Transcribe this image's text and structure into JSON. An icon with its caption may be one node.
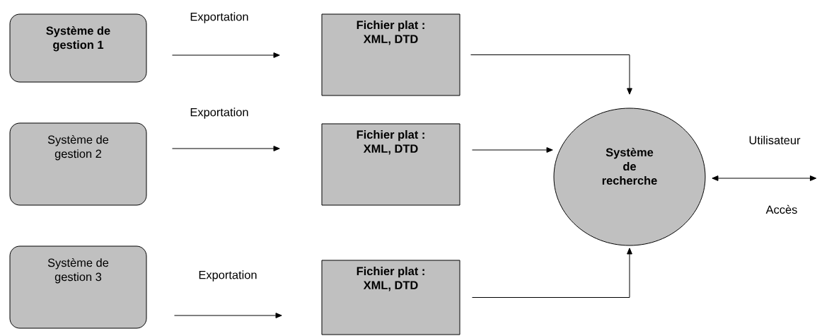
{
  "diagram": {
    "nodes": [
      {
        "text": [
          "Système de gestion 1"
        ]
      },
      {
        "text": [
          "Système de gestion 2"
        ]
      },
      {
        "text": [
          "Système de gestion 3"
        ]
      },
      {
        "text": [
          "Fichier plat : XML, DTD"
        ]
      },
      {
        "text": [
          "Fichier plat : XML, DTD"
        ]
      },
      {
        "text": [
          "Fichier plat : XML, DTD"
        ]
      },
      {
        "text": [
          "Système de recherche"
        ]
      }
    ],
    "edges": [
      {
        "from": 0,
        "to": 3,
        "arrow": "to",
        "label": "Exportation"
      },
      {
        "from": 1,
        "to": 4,
        "arrow": "to",
        "label": "Exportation"
      },
      {
        "from": 2,
        "to": 5,
        "arrow": "to",
        "label": "Exportation"
      },
      {
        "from": 3,
        "to": 6,
        "arrow": "to"
      },
      {
        "from": 4,
        "to": 6,
        "arrow": "to"
      },
      {
        "from": 5,
        "to": 6,
        "arrow": "to"
      },
      {
        "from": 6,
        "to": null,
        "arrow": "both"
      }
    ],
    "labels": [
      "Utilisateur",
      "Accès"
    ]
  }
}
